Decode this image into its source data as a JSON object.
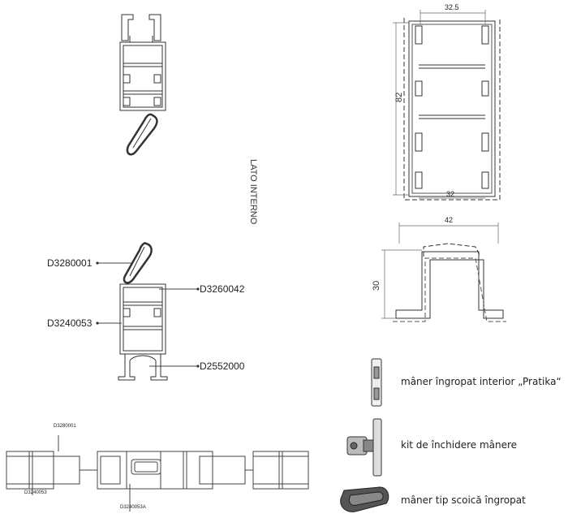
{
  "side_label": "LATO INTERNO",
  "callouts": {
    "d3280001": "D3280001",
    "d3260042": "D3260042",
    "d3240053": "D3240053",
    "d2552000": "D2552000",
    "small_top": "D3280001",
    "small_left": "D3240053",
    "small_mid": "D3240053A"
  },
  "dimensions": {
    "profile_top_width": "32.5",
    "profile_bottom_width": "32",
    "profile_height": "82",
    "channel_width": "42",
    "channel_height": "30"
  },
  "legend": [
    {
      "label": "mâner îngropat interior „Pratika“"
    },
    {
      "label": "kit de închidere mânere"
    },
    {
      "label": "mâner tip scoică îngropat"
    }
  ]
}
